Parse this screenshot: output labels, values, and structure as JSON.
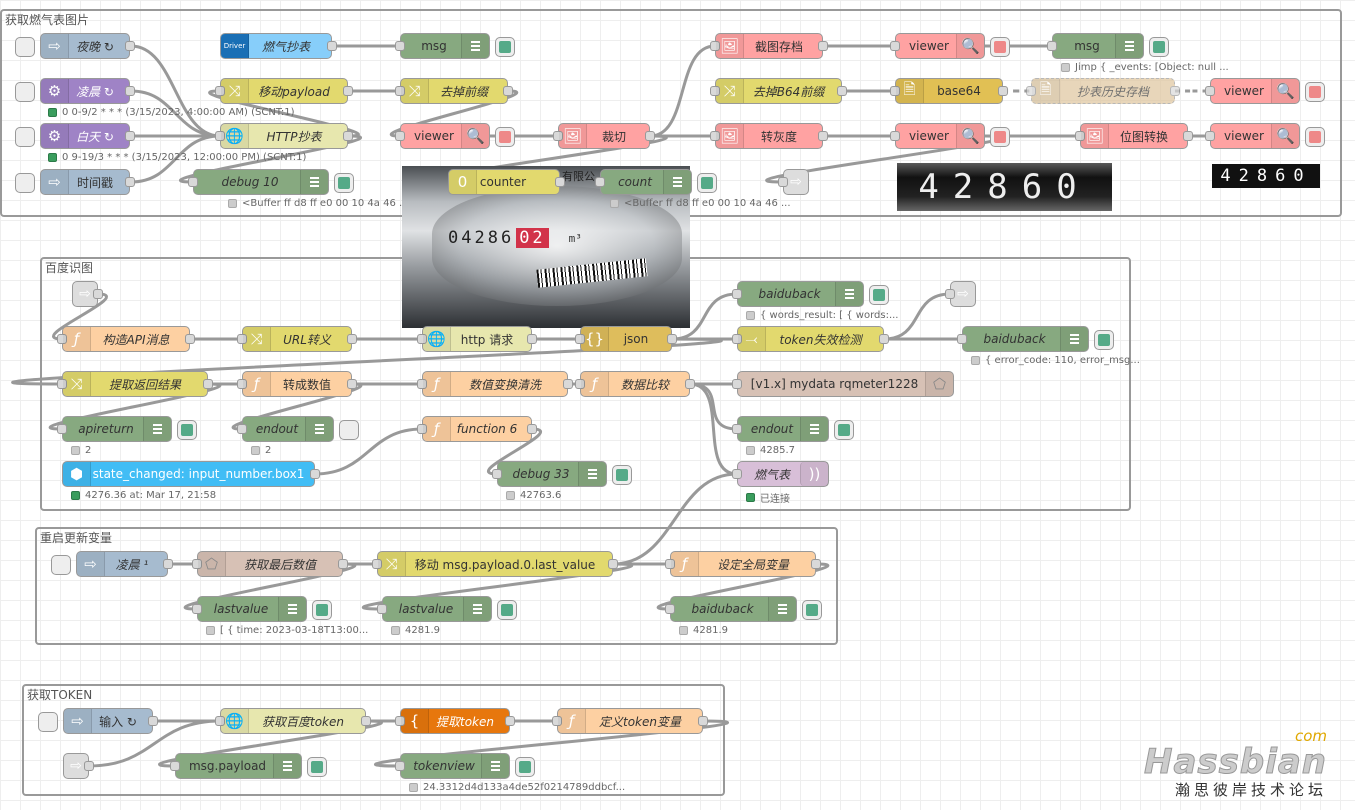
{
  "groups": {
    "g1": "获取燃气表图片",
    "g2": "百度识图",
    "g3": "重启更新变量",
    "g4": "获取TOKEN"
  },
  "nodes": {
    "n_yewan": "夜晚 ↻",
    "n_lingchen": "凌晨 ↻",
    "n_baitian": "白天 ↻",
    "n_shijianchuo": "时间戳",
    "n_ranqichaobiao": "燃气抄表",
    "n_yidongpayload": "移动payload",
    "n_http": "HTTP抄表",
    "n_debug10": "debug 10",
    "n_msg1": "msg",
    "n_quqianzhui": "去掉前缀",
    "n_viewer1": "viewer",
    "n_counter": "counter",
    "n_count": "count",
    "n_jietu": "截图存档",
    "n_quB64": "去掉B64前缀",
    "n_caiqie": "裁切",
    "n_zhuanhui": "转灰度",
    "n_viewer2": "viewer",
    "n_base64": "base64",
    "n_viewer3": "viewer",
    "n_msg2": "msg",
    "n_lishi": "抄表历史存档",
    "n_viewer4": "viewer",
    "n_weitu": "位图转换",
    "n_viewer5": "viewer",
    "n_gouzao": "构造API消息",
    "n_url": "URL转义",
    "n_httpreq": "http 请求",
    "n_json": "json",
    "n_baiduback1": "baiduback",
    "n_token": "token失效检测",
    "n_baiduback2": "baiduback",
    "n_tiqu": "提取返回结果",
    "n_zhuanhuan": "转成数值",
    "n_shuzhi": "数值变换清洗",
    "n_bijiao": "数据比较",
    "n_mydata": "[v1.x] mydata rqmeter1228",
    "n_apireturn": "apireturn",
    "n_endout1": "endout",
    "n_func6": "function 6",
    "n_endout2": "endout",
    "n_state": "state_changed: input_number.box1",
    "n_debug33": "debug 33",
    "n_ranqibiao": "燃气表",
    "n_lingchen2": "凌晨 ¹",
    "n_huoqu": "获取最后数值",
    "n_yidong2": "移动 msg.payload.0.last_value",
    "n_sheding": "设定全局变量",
    "n_lastvalue1": "lastvalue",
    "n_lastvalue2": "lastvalue",
    "n_baiduback3": "baiduback",
    "n_shuru": "输入 ↻",
    "n_huoqutoken": "获取百度token",
    "n_tiqutoken": "提取token",
    "n_dingyi": "定义token变量",
    "n_msgpayload": "msg.payload",
    "n_tokenview": "tokenview"
  },
  "status": {
    "s_lingchen": "0 0-9/2 * * * (3/15/2023, 4:00:00 AM) (SCNT:1)",
    "s_baitian": "0 9-19/3 * * * (3/15/2023, 12:00:00 PM) (SCNT:1)",
    "s_debug10": "<Buffer ff d8 ff e0 00 10 4a 46 ...",
    "s_count": "<Buffer ff d8 ff e0 00 10 4a 46 ...",
    "s_msg2": "Jimp { _events: [Object: null ...",
    "s_baiduback1": "{ words_result: [ { words:...",
    "s_baiduback2": "{ error_code: 110, error_msg...",
    "s_apireturn": "2",
    "s_endout1": "2",
    "s_endout2": "4285.7",
    "s_state": "4276.36 at: Mar 17, 21:58",
    "s_debug33": "42763.6",
    "s_ranqibiao": "已连接",
    "s_lastvalue1": "[ { time: 2023-03-18T13:00...",
    "s_lastvalue2": "4281.9",
    "s_baiduback3": "4281.9",
    "s_tokenview": "24.3312d4d133a4de52f0214789ddbcf..."
  },
  "images": {
    "meter_digits": "04286",
    "meter_red": "02",
    "meter_company": "有限公",
    "meter_unit": "m³",
    "crop1": "42860",
    "crop2": "42860"
  },
  "colors": {
    "inject": "#a6bbcf",
    "cron": "#9f83c6",
    "change": "#e2d96e",
    "http": "#e7e7ae",
    "debug": "#87a980",
    "viewer": "#ffa2a2",
    "function": "#fdd0a2",
    "json": "#debd5c",
    "ha": "#41bdf5",
    "mysql": "#d7c1b5",
    "mqtt": "#d8bfd8",
    "token_extract": "#e7770d",
    "link": "#dddddd",
    "base64": "#e1c054",
    "wire": "#999999"
  },
  "watermark": {
    "com": "com",
    "brand": "Hassbian",
    "cn": "瀚思彼岸技术论坛"
  }
}
